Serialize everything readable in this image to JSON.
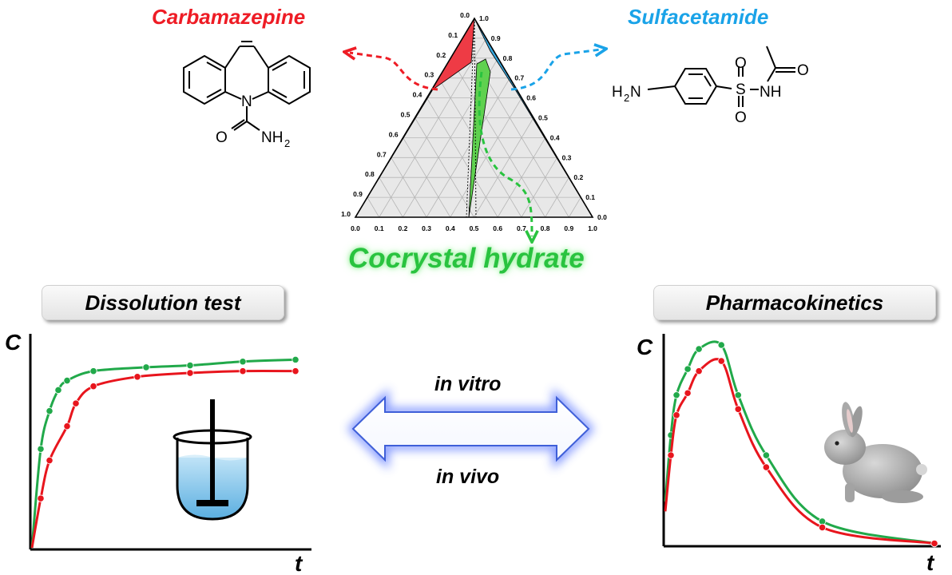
{
  "header": {
    "drug1_name": "Carbamazepine",
    "drug2_name": "Sulfacetamide",
    "product_name": "Cocrystal hydrate"
  },
  "molecules": {
    "carbamazepine": {
      "atom_n": "N",
      "atom_o": "O",
      "group_nh": "NH",
      "sub_2": "2"
    },
    "sulfacetamide": {
      "group_h2n": "H",
      "sub_2": "2",
      "atom_n": "N",
      "atom_s": "S",
      "atom_o": "O",
      "group_nh": "NH"
    }
  },
  "ternary": {
    "bottom_ticks": [
      "0.0",
      "0.1",
      "0.2",
      "0.3",
      "0.4",
      "0.5",
      "0.6",
      "0.7",
      "0.8",
      "0.9",
      "1.0"
    ],
    "left_ticks": [
      "1.0",
      "0.9",
      "0.8",
      "0.7",
      "0.6",
      "0.5",
      "0.4",
      "0.3",
      "0.2",
      "0.1",
      "0.0"
    ],
    "right_ticks": [
      "0.0",
      "0.1",
      "0.2",
      "0.3",
      "0.4",
      "0.5",
      "0.6",
      "0.7",
      "0.8",
      "0.9",
      "1.0"
    ],
    "colors": {
      "drug1_region": "#ee3b45",
      "drug2_region": "#38a9e0",
      "cocrystal_region": "#5fd14f",
      "liquid_region": "#e8e8e8"
    }
  },
  "dissolution": {
    "title": "Dissolution test",
    "y_axis": "C",
    "x_axis": "t",
    "series": [
      {
        "color": "#21a94a",
        "points": [
          [
            0,
            0
          ],
          [
            1,
            0.52
          ],
          [
            2,
            0.72
          ],
          [
            3,
            0.83
          ],
          [
            4,
            0.88
          ],
          [
            7,
            0.93
          ],
          [
            13,
            0.95
          ],
          [
            18,
            0.96
          ],
          [
            24,
            0.98
          ],
          [
            30,
            0.99
          ]
        ]
      },
      {
        "color": "#e8151d",
        "points": [
          [
            0,
            0
          ],
          [
            1,
            0.26
          ],
          [
            2,
            0.46
          ],
          [
            4,
            0.64
          ],
          [
            5,
            0.76
          ],
          [
            7,
            0.85
          ],
          [
            12,
            0.9
          ],
          [
            18,
            0.92
          ],
          [
            24,
            0.93
          ],
          [
            30,
            0.93
          ]
        ]
      }
    ]
  },
  "arrow": {
    "top_label": "in vitro",
    "bottom_label": "in vivo"
  },
  "pharmacokinetics": {
    "title": "Pharmacokinetics",
    "y_axis": "C",
    "x_axis": "t",
    "series": [
      {
        "color": "#21a94a",
        "points": [
          [
            0,
            0.22
          ],
          [
            0.5,
            0.55
          ],
          [
            1,
            0.75
          ],
          [
            2,
            0.88
          ],
          [
            3,
            0.98
          ],
          [
            5,
            1.0
          ],
          [
            6.5,
            0.75
          ],
          [
            9,
            0.45
          ],
          [
            14,
            0.12
          ],
          [
            24,
            0.01
          ]
        ]
      },
      {
        "color": "#e8151d",
        "points": [
          [
            0,
            0.17
          ],
          [
            0.5,
            0.45
          ],
          [
            1,
            0.65
          ],
          [
            2,
            0.76
          ],
          [
            3,
            0.87
          ],
          [
            5,
            0.92
          ],
          [
            6.5,
            0.68
          ],
          [
            9,
            0.39
          ],
          [
            14,
            0.09
          ],
          [
            24,
            0.01
          ]
        ]
      }
    ]
  }
}
